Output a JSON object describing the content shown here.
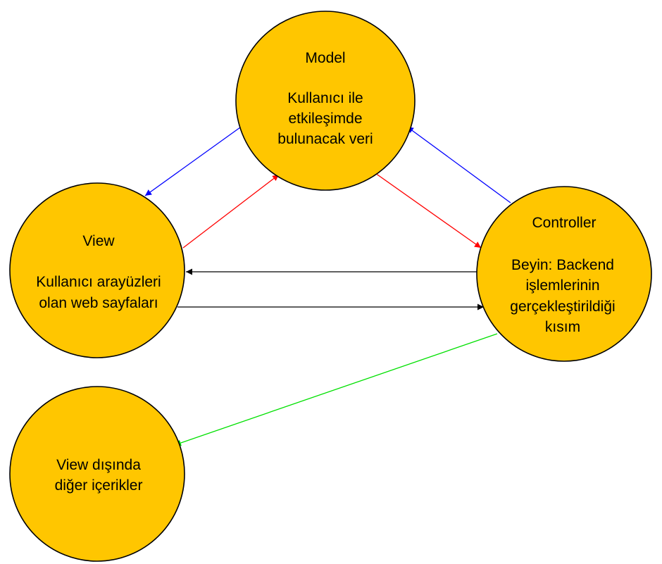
{
  "colors": {
    "node_fill": "#FFC600",
    "node_stroke": "#000000",
    "background": "#FFFFFF",
    "edge_blue": "#0000FF",
    "edge_red": "#FF0000",
    "edge_black": "#000000",
    "edge_green": "#00E000"
  },
  "nodes": {
    "model": {
      "title": "Model",
      "line1": "Kullanıcı ile",
      "line2": "etkileşimde",
      "line3": "bulunacak veri"
    },
    "view": {
      "title": "View",
      "line1": "Kullanıcı arayüzleri",
      "line2": "olan web sayfaları"
    },
    "controller": {
      "title": "Controller",
      "line1": "Beyin: Backend",
      "line2": "işlemlerinin",
      "line3": "gerçekleştirildiği",
      "line4": "kısım"
    },
    "other": {
      "line1": "View dışında",
      "line2": "diğer içerikler"
    }
  },
  "edges": [
    {
      "from": "model",
      "to": "view",
      "color": "edge_blue"
    },
    {
      "from": "view",
      "to": "model",
      "color": "edge_red"
    },
    {
      "from": "model",
      "to": "controller",
      "color": "edge_red"
    },
    {
      "from": "controller",
      "to": "model",
      "color": "edge_blue"
    },
    {
      "from": "controller",
      "to": "view",
      "color": "edge_black"
    },
    {
      "from": "view",
      "to": "controller",
      "color": "edge_black"
    },
    {
      "from": "controller",
      "to": "other",
      "color": "edge_green"
    }
  ]
}
